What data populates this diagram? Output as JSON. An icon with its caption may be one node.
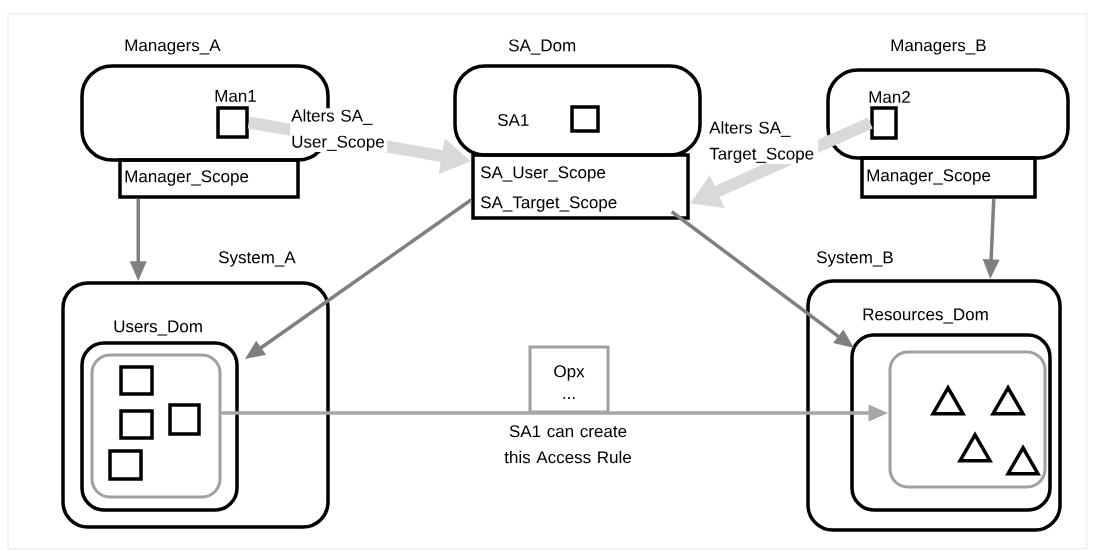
{
  "diagram": {
    "nodes": [
      {
        "text": [
          "Managers_A"
        ]
      },
      {
        "text": [
          "Man1"
        ],
        "in": 0
      },
      {
        "text": [
          "Manager_Scope"
        ]
      },
      {
        "text": [
          "SA_Dom"
        ]
      },
      {
        "text": [
          "SA1"
        ],
        "in": 3
      },
      {
        "text": [
          "SA_User_Scope",
          "SA_Target_Scope"
        ]
      },
      {
        "text": [
          "Managers_B"
        ]
      },
      {
        "text": [
          "Man2"
        ],
        "in": 6
      },
      {
        "text": [
          "Manager_Scope"
        ]
      },
      {
        "text": [
          "System_A"
        ]
      },
      {
        "text": [
          "Users_Dom"
        ],
        "in": 9
      },
      {
        "text": [],
        "shape": "box",
        "in": 10
      },
      {
        "text": [],
        "shape": "box",
        "in": 11
      },
      {
        "text": [],
        "shape": "box",
        "in": 11
      },
      {
        "text": [],
        "shape": "box",
        "in": 11
      },
      {
        "text": [],
        "shape": "box",
        "in": 11
      },
      {
        "text": [
          "System_B"
        ]
      },
      {
        "text": [
          "Resources_Dom"
        ],
        "in": 16
      },
      {
        "text": [],
        "shape": "box",
        "in": 17
      },
      {
        "text": [],
        "shape": "triangle",
        "in": 18
      },
      {
        "text": [],
        "shape": "triangle",
        "in": 18
      },
      {
        "text": [],
        "shape": "triangle",
        "in": 18
      },
      {
        "text": [],
        "shape": "triangle",
        "in": 18
      },
      {
        "text": [
          "Opx",
          "..."
        ]
      }
    ],
    "edges": [
      {
        "from": 1,
        "to": 5,
        "arrow": "to",
        "label": "Alters SA_ User_Scope",
        "style": "thick",
        "color": "#d9d9d9"
      },
      {
        "from": 7,
        "to": 5,
        "arrow": "to",
        "label": "Alters SA_ Target_Scope",
        "style": "thick",
        "color": "#d9d9d9"
      },
      {
        "from": 2,
        "to": 9,
        "arrow": "to"
      },
      {
        "from": 5,
        "to": 10,
        "arrow": "to"
      },
      {
        "from": 5,
        "to": 17,
        "arrow": "to"
      },
      {
        "from": 8,
        "to": 16,
        "arrow": "to"
      },
      {
        "from": 11,
        "to": 18,
        "arrow": "to",
        "label": "SA1 can create this Access Rule",
        "color": "#a6a6a6"
      }
    ]
  }
}
